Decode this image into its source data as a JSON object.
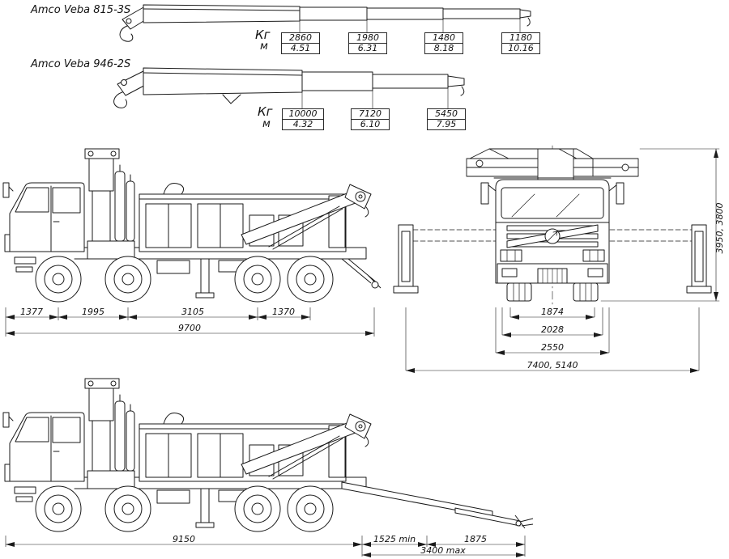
{
  "drawing": {
    "background": "#ffffff",
    "line_color": "#1a1a1a"
  },
  "cranes": [
    {
      "name": "Amco Veba 815-3S",
      "load_unit": "Кг",
      "reach_unit": "м",
      "chart_points": [
        {
          "load_kg": "2860",
          "reach_m": "4.51"
        },
        {
          "load_kg": "1980",
          "reach_m": "6.31"
        },
        {
          "load_kg": "1480",
          "reach_m": "8.18"
        },
        {
          "load_kg": "1180",
          "reach_m": "10.16"
        }
      ]
    },
    {
      "name": "Amco Veba 946-2S",
      "load_unit": "Кг",
      "reach_unit": "м",
      "chart_points": [
        {
          "load_kg": "10000",
          "reach_m": "4.32"
        },
        {
          "load_kg": "7120",
          "reach_m": "6.10"
        },
        {
          "load_kg": "5450",
          "reach_m": "7.95"
        }
      ]
    }
  ],
  "side_view": {
    "axle_dims": [
      "1377",
      "1995",
      "3105",
      "1370"
    ],
    "overall_length": "9700"
  },
  "front_view": {
    "width_dims": [
      "1874",
      "2028",
      "2550",
      "7400, 5140"
    ],
    "overall_height": "3950, 3800"
  },
  "underlift_view": {
    "body_length": "9150",
    "underlift_min": "1525 min",
    "underlift_stroke": "1875",
    "underlift_max": "3400 max"
  }
}
